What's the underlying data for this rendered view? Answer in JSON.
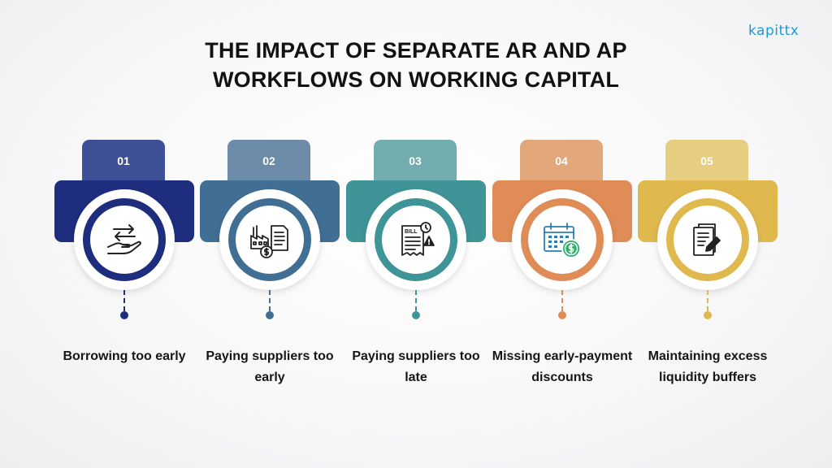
{
  "brand": {
    "logo_text": "kapittx",
    "logo_color": "#1a9bd7"
  },
  "title": {
    "line1": "THE IMPACT OF SEPARATE AR AND AP",
    "line2": "WORKFLOWS ON WORKING CAPITAL"
  },
  "steps": [
    {
      "number": "01",
      "label": "Borrowing too early",
      "icon": "hand-exchange-icon",
      "tab_color": "#3e5196",
      "plate_color": "#1e2d7e",
      "ring_color": "#1e2d7e",
      "dot_color": "#1e2d7e"
    },
    {
      "number": "02",
      "label": "Paying suppliers too early",
      "icon": "factory-invoice-dollar-icon",
      "tab_color": "#6b8ba9",
      "plate_color": "#416f94",
      "ring_color": "#416f94",
      "dot_color": "#416f94"
    },
    {
      "number": "03",
      "label": "Paying suppliers too late",
      "icon": "bill-clock-warning-icon",
      "tab_color": "#72adb0",
      "plate_color": "#3f9498",
      "ring_color": "#3f9498",
      "dot_color": "#3f9498"
    },
    {
      "number": "04",
      "label": "Missing early-payment discounts",
      "icon": "calendar-dollar-icon",
      "tab_color": "#e2a77b",
      "plate_color": "#e08c57",
      "ring_color": "#e08c57",
      "dot_color": "#e08c57"
    },
    {
      "number": "05",
      "label": "Maintaining excess liquidity buffers",
      "icon": "document-pen-icon",
      "tab_color": "#e7cd7f",
      "plate_color": "#e0b94e",
      "ring_color": "#e0b94e",
      "dot_color": "#e0b94e"
    }
  ]
}
